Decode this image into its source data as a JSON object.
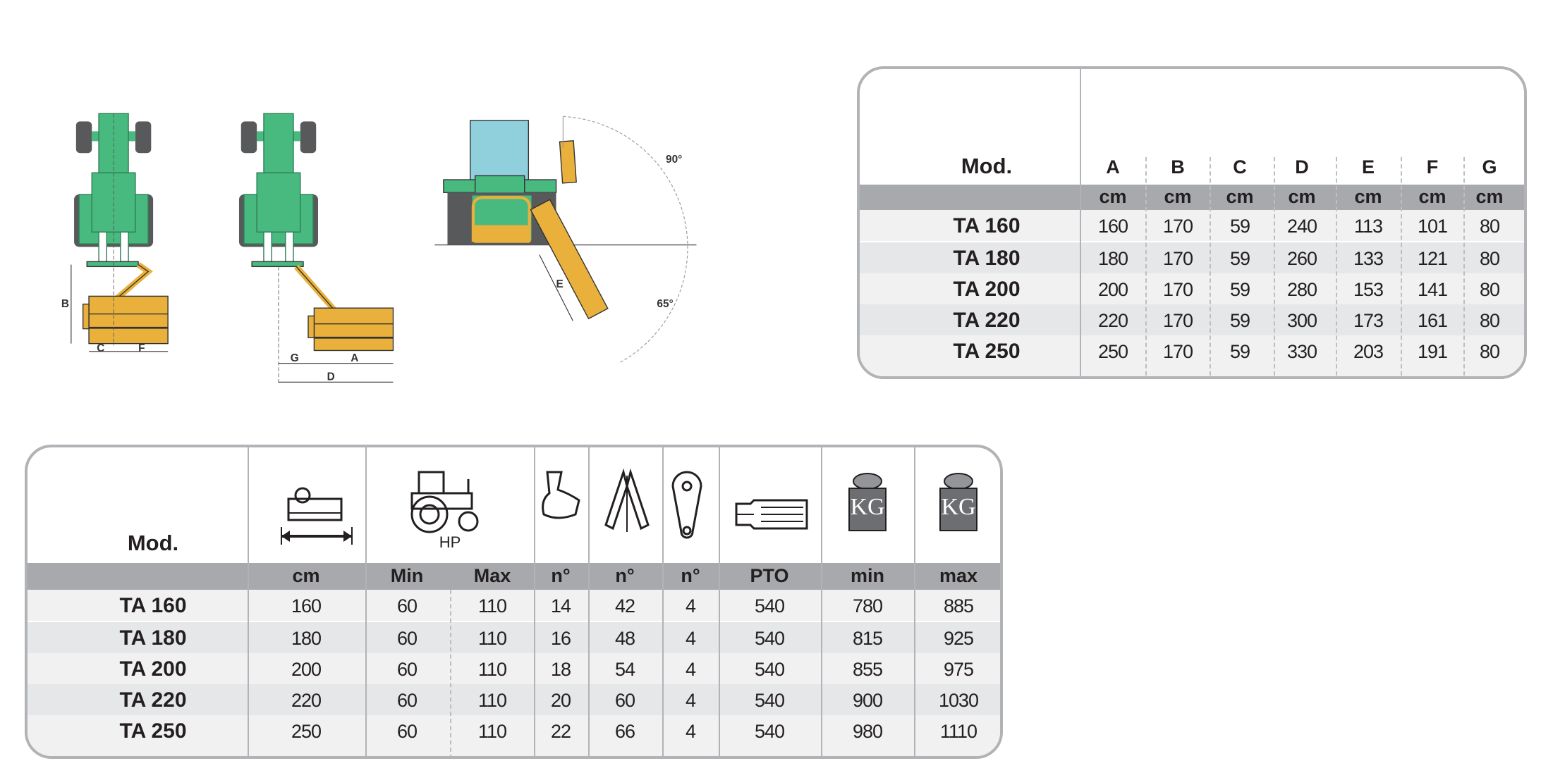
{
  "drawings": {
    "dimension_labels": {
      "A": "A",
      "B": "B",
      "C": "C",
      "D": "D",
      "E": "E",
      "F": "F",
      "G": "G"
    },
    "angle_up": "90°",
    "angle_down": "65°"
  },
  "dimensions_table": {
    "mod_label": "Mod.",
    "columns": [
      "A",
      "B",
      "C",
      "D",
      "E",
      "F",
      "G"
    ],
    "units": [
      "cm",
      "cm",
      "cm",
      "cm",
      "cm",
      "cm",
      "cm"
    ],
    "rows": [
      {
        "model": "TA 160",
        "values": [
          "160",
          "170",
          "59",
          "240",
          "113",
          "101",
          "80"
        ]
      },
      {
        "model": "TA 180",
        "values": [
          "180",
          "170",
          "59",
          "260",
          "133",
          "121",
          "80"
        ]
      },
      {
        "model": "TA 200",
        "values": [
          "200",
          "170",
          "59",
          "280",
          "153",
          "141",
          "80"
        ]
      },
      {
        "model": "TA 220",
        "values": [
          "220",
          "170",
          "59",
          "300",
          "173",
          "161",
          "80"
        ]
      },
      {
        "model": "TA 250",
        "values": [
          "250",
          "170",
          "59",
          "330",
          "203",
          "191",
          "80"
        ]
      }
    ]
  },
  "specs_table": {
    "mod_label": "Mod.",
    "hp_label": "HP",
    "kg_label": "KG",
    "icons": [
      "working-width-icon",
      "tractor-hp-icon",
      "hammer-blade-icon",
      "y-blade-icon",
      "belt-icon",
      "pto-shaft-icon",
      "weight-min-icon",
      "weight-max-icon"
    ],
    "units": [
      "cm",
      "Min",
      "Max",
      "n°",
      "n°",
      "n°",
      "PTO",
      "min",
      "max"
    ],
    "rows": [
      {
        "model": "TA 160",
        "values": [
          "160",
          "60",
          "110",
          "14",
          "42",
          "4",
          "540",
          "780",
          "885"
        ]
      },
      {
        "model": "TA 180",
        "values": [
          "180",
          "60",
          "110",
          "16",
          "48",
          "4",
          "540",
          "815",
          "925"
        ]
      },
      {
        "model": "TA 200",
        "values": [
          "200",
          "60",
          "110",
          "18",
          "54",
          "4",
          "540",
          "855",
          "975"
        ]
      },
      {
        "model": "TA 220",
        "values": [
          "220",
          "60",
          "110",
          "20",
          "60",
          "4",
          "540",
          "900",
          "1030"
        ]
      },
      {
        "model": "TA 250",
        "values": [
          "250",
          "60",
          "110",
          "22",
          "66",
          "4",
          "540",
          "980",
          "1110"
        ]
      }
    ]
  },
  "colors": {
    "tractor": "#48b97f",
    "wheel": "#58595b",
    "mower": "#e9b13c",
    "cab": "#8fd0dc",
    "border": "#b1b3b6",
    "band": "#a7a9ac"
  }
}
